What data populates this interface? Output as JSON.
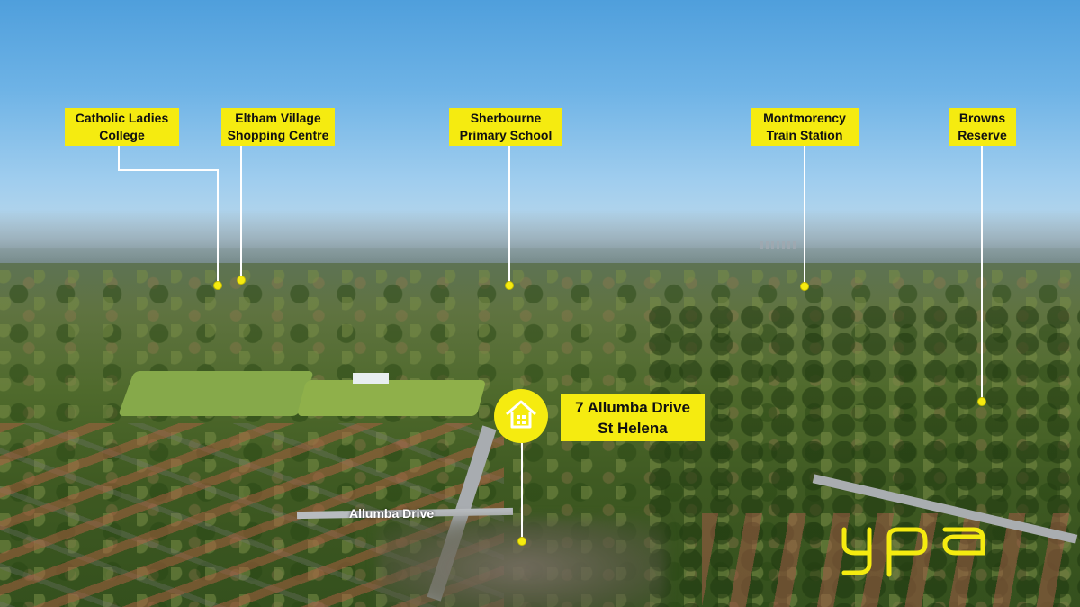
{
  "property": {
    "address_line1": "7 Allumba Drive",
    "address_line2": "St Helena"
  },
  "street_label": "Allumba Drive",
  "landmarks": [
    {
      "id": "catholic-ladies-college",
      "name": "Catholic Ladies\nCollege"
    },
    {
      "id": "eltham-village-shopping-centre",
      "name": "Eltham Village\nShopping Centre"
    },
    {
      "id": "sherbourne-primary-school",
      "name": "Sherbourne\nPrimary School"
    },
    {
      "id": "montmorency-train-station",
      "name": "Montmorency\nTrain Station"
    },
    {
      "id": "browns-reserve",
      "name": "Browns\nReserve"
    }
  ],
  "brand": {
    "logo_text": "ypa",
    "accent_color": "#f5eb10"
  },
  "icons": {
    "property_pin": "house-icon"
  }
}
